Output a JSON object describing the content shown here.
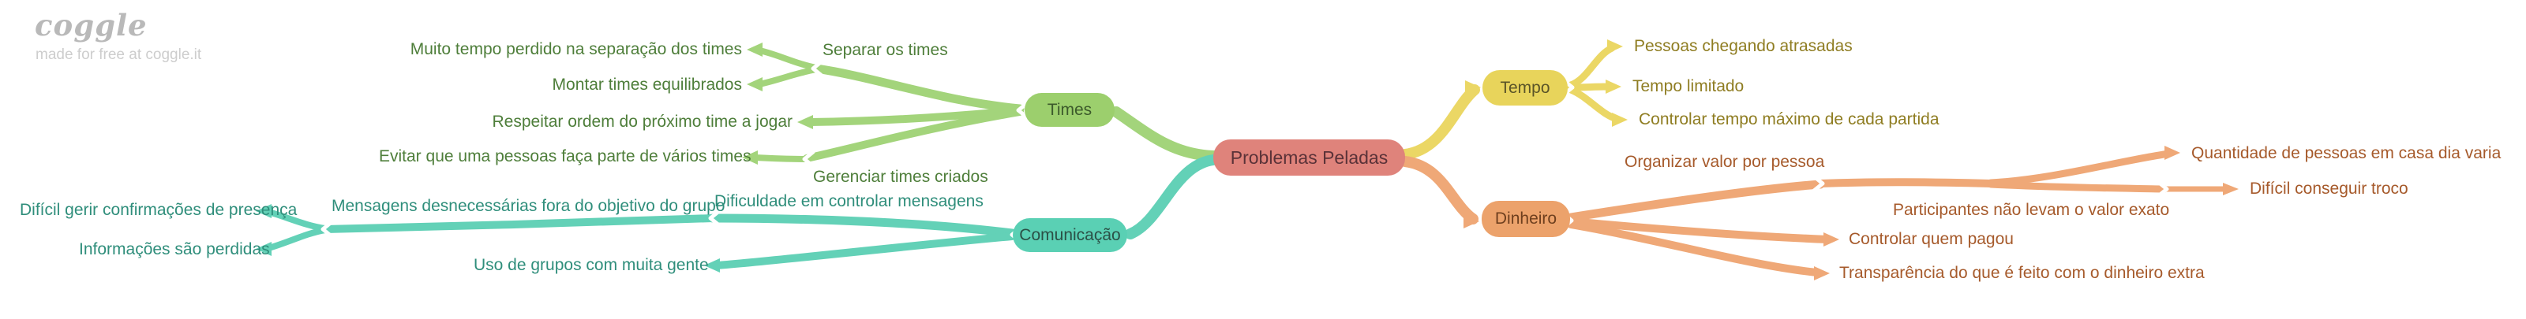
{
  "watermark": {
    "logo": "coggle",
    "tagline": "made for free at coggle.it"
  },
  "map": {
    "root": "Problemas Peladas",
    "times": {
      "label": "Times",
      "separar": "Separar os times",
      "muito_tempo": "Muito tempo perdido na separação dos times",
      "montar": "Montar times equilibrados",
      "respeitar": "Respeitar ordem do próximo time a jogar",
      "gerenciar": "Gerenciar times criados",
      "evitar": "Evitar que uma pessoas faça parte de vários times"
    },
    "comunicacao": {
      "label": "Comunicação",
      "dificuldade": "Dificuldade em controlar mensagens",
      "mensagens": "Mensagens desnecessárias fora do objetivo do grupo",
      "dificil_gerir": "Difícil gerir confirmações de presença",
      "informacoes": "Informações são perdidas",
      "uso_grupos": "Uso de grupos com muita gente"
    },
    "tempo": {
      "label": "Tempo",
      "pessoas_atrasadas": "Pessoas chegando atrasadas",
      "tempo_limitado": "Tempo limitado",
      "controlar_tempo": "Controlar tempo máximo de cada partida"
    },
    "dinheiro": {
      "label": "Dinheiro",
      "organizar": "Organizar valor por pessoa",
      "quantidade": "Quantidade de pessoas em casa dia varia",
      "participantes": "Participantes não levam o valor exato",
      "dificil_troco": "Difícil conseguir troco",
      "controlar_pagou": "Controlar quem pagou",
      "transparencia": "Transparência do que é feito com o dinheiro extra"
    }
  },
  "palette": {
    "root_fill": "#df837b",
    "root_text": "#5a3238",
    "green_fill": "#9ccf6d",
    "green_line": "#a3d47b",
    "green_text": "#4e7e3a",
    "teal_fill": "#5ad0b4",
    "teal_line": "#63d1b7",
    "teal_text": "#2f8e7b",
    "yellow_fill": "#e8d45b",
    "yellow_line": "#ebd765",
    "yellow_text": "#8f7d22",
    "orange_fill": "#eca26b",
    "orange_line": "#efa877",
    "orange_text": "#a65a2b",
    "watermark_text": "#b9b9b9"
  }
}
